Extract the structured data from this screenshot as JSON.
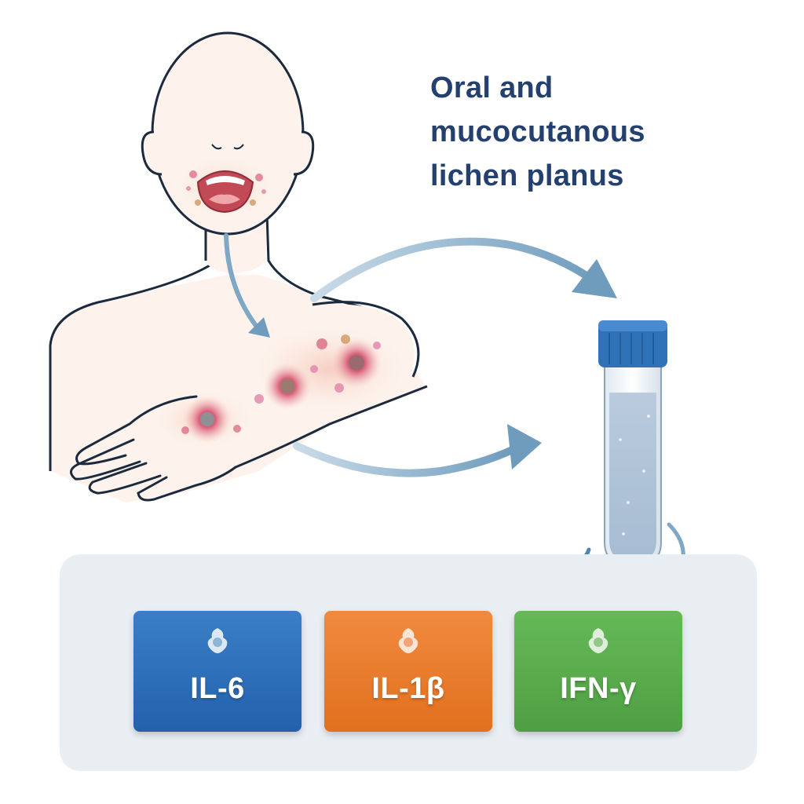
{
  "title": {
    "lines": [
      "Oral and",
      "mucocutanous",
      "lichen planus"
    ]
  },
  "cytokines": [
    {
      "label": "IL-6",
      "color": "#2a6db6"
    },
    {
      "label": "IL-1β",
      "color": "#ea7a2c"
    },
    {
      "label": "IFN-γ",
      "color": "#5aae4b"
    }
  ],
  "colors": {
    "title": "#24406f",
    "arrow": "#7fa8c6",
    "panel": "#e9eef3",
    "tube_cap": "#2f72b8",
    "lesion": "#d9607a"
  },
  "icons": [
    "person-illustration",
    "test-tube-icon",
    "cell-icon"
  ]
}
